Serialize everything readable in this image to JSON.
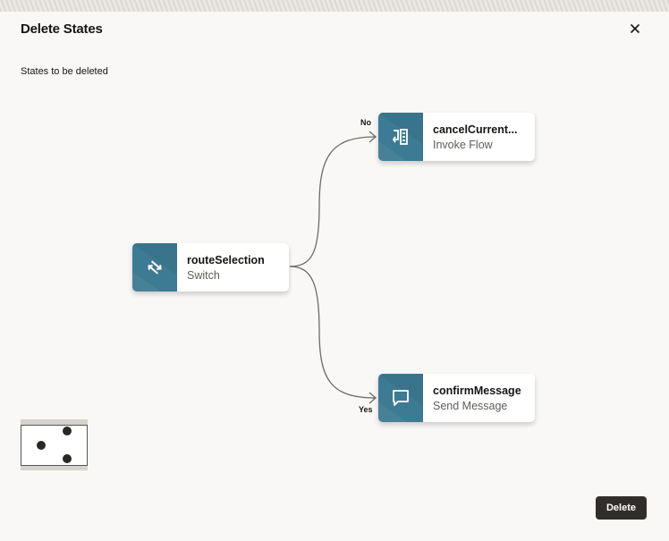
{
  "dialog": {
    "title": "Delete States",
    "close_icon": "close-icon",
    "subtitle": "States to be deleted",
    "delete_label": "Delete"
  },
  "flow": {
    "nodes": [
      {
        "name": "routeSelection",
        "type": "Switch",
        "icon": "switch-icon"
      },
      {
        "name": "cancelCurrent...",
        "type": "Invoke Flow",
        "icon": "invoke-flow-icon"
      },
      {
        "name": "confirmMessage",
        "type": "Send Message",
        "icon": "chat-bubble-icon"
      }
    ],
    "edges": [
      {
        "from": "routeSelection",
        "to": "cancelCurrent...",
        "label": "No"
      },
      {
        "from": "routeSelection",
        "to": "confirmMessage",
        "label": "Yes"
      }
    ]
  },
  "colors": {
    "node_icon_bg": "#3d7a93",
    "button_bg": "#312d2a",
    "background": "#f9f8f6"
  }
}
